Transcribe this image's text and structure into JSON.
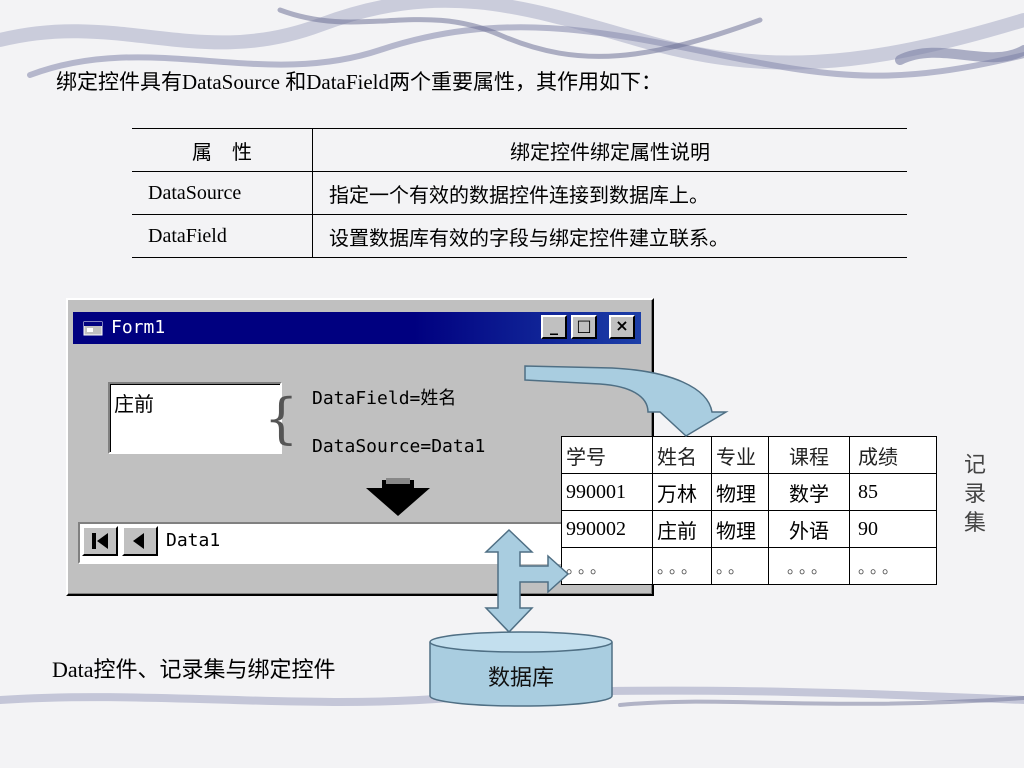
{
  "heading": "绑定控件具有DataSource 和DataField两个重要属性，其作用如下：",
  "properties_table": {
    "headers": [
      "属　性",
      "绑定控件绑定属性说明"
    ],
    "rows": [
      [
        "DataSource",
        "指定一个有效的数据控件连接到数据库上。"
      ],
      [
        "DataField",
        "设置数据库有效的字段与绑定控件建立联系。"
      ]
    ]
  },
  "form_window": {
    "title": "Form1",
    "textbox_value": "庄前",
    "datafield_label": "DataField=姓名",
    "datasource_label": "DataSource=Data1",
    "data_control_caption": "Data1",
    "buttons": {
      "minimize": "_",
      "maximize": "□",
      "close": "×"
    }
  },
  "recordset": {
    "headers": [
      "学号",
      "姓名",
      "专业",
      "课程",
      "成绩"
    ],
    "rows": [
      [
        "990001",
        "万林",
        "物理",
        "数学",
        "85"
      ],
      [
        "990002",
        "庄前",
        "物理",
        "外语",
        "90"
      ],
      [
        "。。。",
        "。。。",
        "。。",
        "。。。",
        "。。。"
      ]
    ]
  },
  "recordset_label": "记录集",
  "caption": "Data控件、记录集与绑定控件",
  "database_label": "数据库",
  "colors": {
    "titlebar": "#000080",
    "arrow_fill": "#a9cde0",
    "arrow_stroke": "#4f6f84",
    "cylinder_fill": "#a9cde0"
  }
}
